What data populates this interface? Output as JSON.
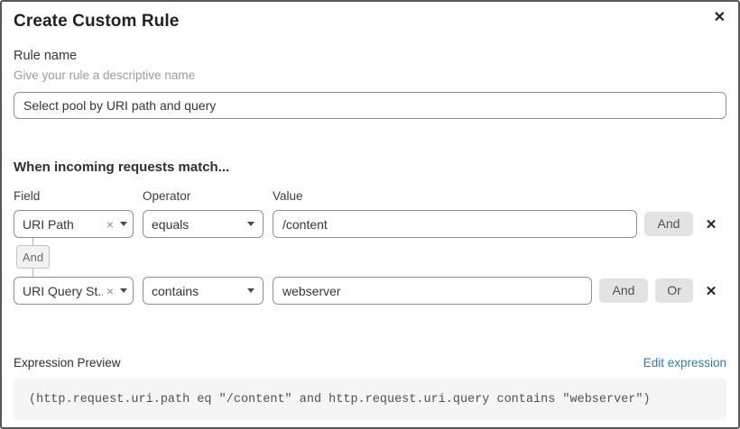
{
  "dialog": {
    "title": "Create Custom Rule"
  },
  "icons": {
    "close": "✕",
    "remove_row": "✕",
    "clear_field": "×"
  },
  "rule_name": {
    "label": "Rule name",
    "hint": "Give your rule a descriptive name",
    "value": "Select pool by URI path and query"
  },
  "matcher": {
    "heading": "When incoming requests match...",
    "column_labels": {
      "field": "Field",
      "operator": "Operator",
      "value": "Value"
    },
    "connector_label": "And",
    "rows": [
      {
        "field": "URI Path",
        "operator": "equals",
        "value": "/content",
        "and_label": "And"
      },
      {
        "field": "URI Query St...",
        "operator": "contains",
        "value": "webserver",
        "and_label": "And",
        "or_label": "Or"
      }
    ]
  },
  "expression": {
    "label": "Expression Preview",
    "edit_link": "Edit expression",
    "code": "(http.request.uri.path eq \"/content\" and http.request.uri.query contains \"webserver\")"
  },
  "colors": {
    "dialog_border": "#585858",
    "input_border": "#919191",
    "button_gray": "#e3e3e3",
    "code_background": "#f5f5f5",
    "link_blue": "#2f7db5",
    "hint_gray": "#9a9c9f"
  }
}
